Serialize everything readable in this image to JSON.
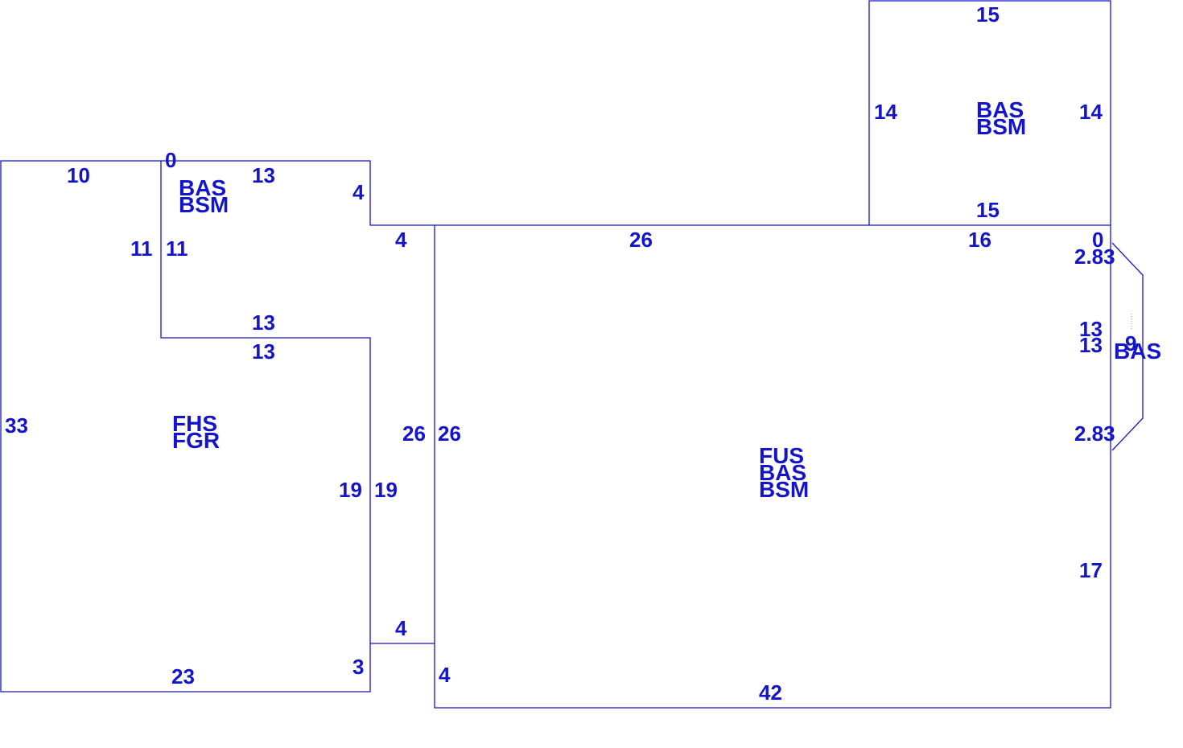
{
  "colors": {
    "line": "#1414c8",
    "text": "#1414c8",
    "background": "#ffffff"
  },
  "areas": {
    "top_right": [
      "BAS",
      "BSM"
    ],
    "upper_left": [
      "BAS",
      "BSM"
    ],
    "garage": [
      "FHS",
      "FGR"
    ],
    "main": [
      "FUS",
      "BAS",
      "BSM"
    ],
    "bay": [
      "BAS"
    ]
  },
  "dimensions": {
    "tr_top": "15",
    "tr_left": "14",
    "tr_right": "14",
    "tr_bottom": "15",
    "left_top": "10",
    "left_side": "33",
    "left_bottom": "23",
    "ul_zero": "0",
    "ul_top": "13",
    "ul_right": "4",
    "ul_inner_left": "11",
    "ul_inner_right": "11",
    "ul_bottom": "13",
    "garage_top": "13",
    "step_top": "4",
    "garage_right": "19",
    "garage_right_outer": "19",
    "connector_bottom": "4",
    "garage_corner": "3",
    "main_left_outer": "26",
    "main_left_inner": "26",
    "main_top": "26",
    "main_top_right": "16",
    "main_zero": "0",
    "bay_diag_top": "2.83",
    "bay_side_a": "13",
    "bay_side_b": "13",
    "bay_depth": "9",
    "bay_diag_bottom": "2.83",
    "main_right": "17",
    "main_bottom_left": "4",
    "main_bottom": "42"
  }
}
